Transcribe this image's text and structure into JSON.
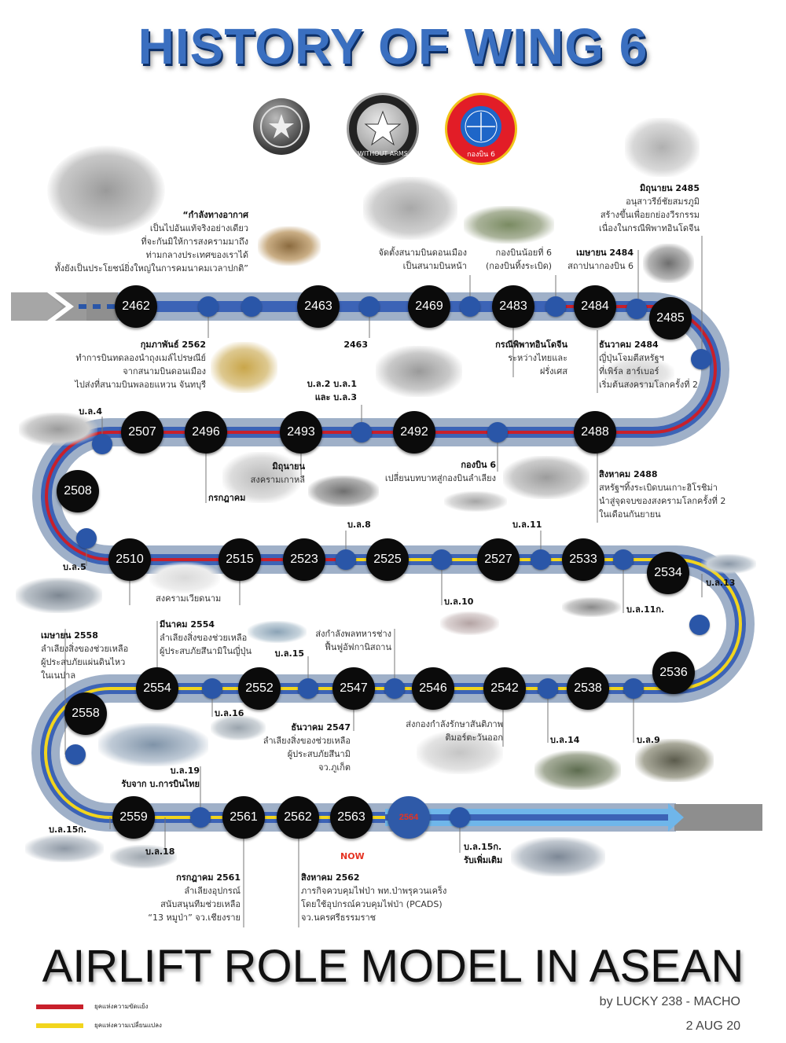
{
  "title": "HISTORY OF WING 6",
  "tagline": "AIRLIFT ROLE MODEL IN ASEAN",
  "byline": "by LUCKY 238 - MACHO",
  "date": "2 AUG 20",
  "emblems": [
    {
      "name": "rtaf-emblem-icon",
      "text": ""
    },
    {
      "name": "wings-without-arms-emblem-icon",
      "text": "WITHOUT ARMS"
    },
    {
      "name": "wing-6-emblem-icon",
      "text": "กองบิน 6"
    }
  ],
  "legend": [
    {
      "color": "#c8202b",
      "label": "ยุคแห่งความขัดแย้ง"
    },
    {
      "color": "#f2d51d",
      "label": "ยุคแห่งความเปลี่ยนแปลง"
    }
  ],
  "colors": {
    "track_outer": "#9fb0c8",
    "track_mid": "#3c63b6",
    "red_line": "#c8202b",
    "yellow_line": "#f2d51d",
    "node": "#0b0b0b",
    "dot": "#2a56a8"
  },
  "years": [
    "2462",
    "2463",
    "2469",
    "2483",
    "2484",
    "2485",
    "2488",
    "2492",
    "2493",
    "2496",
    "2507",
    "2508",
    "2510",
    "2515",
    "2523",
    "2525",
    "2527",
    "2533",
    "2534",
    "2536",
    "2538",
    "2542",
    "2546",
    "2547",
    "2552",
    "2554",
    "2558",
    "2559",
    "2561",
    "2562",
    "2563",
    "2564"
  ],
  "now_label": "NOW",
  "annotations": {
    "a1": [
      "“กำลังทางอากาศ",
      "เป็นไปอันแท้จริงอย่างเดียว",
      "ที่จะกันมิให้การสงครามมาถึง",
      "ท่ามกลางประเทศของเราได้",
      "ทั้งยังเป็นประโยชน์ยิ่งใหญ่ในการคมนาคมเวลาปกติ”"
    ],
    "a2": [
      "จัดตั้งสนามบินดอนเมือง",
      "เป็นสนามบินหน้า"
    ],
    "a3": [
      "กองบินน้อยที่ 6",
      "(กองบินทิ้งระเบิด)"
    ],
    "a4": [
      "เมษายน 2484",
      "สถาปนากองบิน 6"
    ],
    "a5": [
      "มิถุนายน 2485",
      "อนุสาวรีย์ชัยสมรภูมิ",
      "สร้างขึ้นเพื่อยกย่องวีรกรรม",
      "เนื่องในกรณีพิพาทอินโดจีน"
    ],
    "a6": [
      "กุมภาพันธ์ 2562",
      "ทำการบินทดลองนำถุงเมล์ไปรษณีย์",
      "จากสนามบินดอนเมือง",
      "ไปส่งที่สนามบินพลอยแหวน จันทบุรี"
    ],
    "a7": [
      "2463"
    ],
    "a8": [
      "กรณีพิพาทอินโดจีน",
      "ระหว่างไทยและ",
      "ฝรั่งเศส"
    ],
    "a9": [
      "ธันวาคม 2484",
      "ญี่ปุ่นโจมตีสหรัฐฯ",
      "ที่เพิร์ล ฮาร์เบอร์",
      "เริ่มต้นสงครามโลกครั้งที่ 2"
    ],
    "a10": [
      "บ.ล.2 บ.ล.1",
      "และ บ.ล.3"
    ],
    "a11": [
      "บ.ล.4"
    ],
    "a12": [
      "มิถุนายน",
      "สงครามเกาหลี"
    ],
    "a13": [
      "กรกฎาคม"
    ],
    "a14": [
      "กองบิน 6",
      "เปลี่ยนบทบาทสู่กองบินลำเลียง"
    ],
    "a15": [
      "สิงหาคม 2488",
      "สหรัฐฯทิ้งระเบิดบนเกาะฮิโรชิม่า",
      "นำสู่จุดจบของสงครามโลกครั้งที่ 2",
      "ในเดือนกันยายน"
    ],
    "a16": [
      "บ.ล.8"
    ],
    "a17": [
      "บ.ล.11"
    ],
    "a18": [
      "บ.ล.5"
    ],
    "a19": [
      "สงครามเวียดนาม"
    ],
    "a20": [
      "บ.ล.10"
    ],
    "a21": [
      "บ.ล.13"
    ],
    "a22": [
      "บ.ล.11ก."
    ],
    "a23": [
      "เมษายน 2558",
      "ลำเลียงสิ่งของช่วยเหลือ",
      "ผู้ประสบภัยแผ่นดินไหว",
      "ในเนปาล"
    ],
    "a24": [
      "มีนาคม 2554",
      "ลำเลียงสิ่งของช่วยเหลือ",
      "ผู้ประสบภัยสึนามิในญี่ปุ่น"
    ],
    "a25": [
      "ส่งกำลังพลทหารช่าง",
      "ฟื้นฟูอัฟกานิสถาน"
    ],
    "a26": [
      "บ.ล.15"
    ],
    "a27": [
      "บ.ล.16"
    ],
    "a28": [
      "ธันวาคม 2547",
      "ลำเลียงสิ่งของช่วยเหลือ",
      "ผู้ประสบภัยสึนามิ",
      "จว.ภูเก็ต"
    ],
    "a29": [
      "ส่งกองกำลังรักษาสันติภาพ",
      "ติมอร์ตะวันออก"
    ],
    "a30": [
      "บ.ล.14"
    ],
    "a31": [
      "บ.ล.9"
    ],
    "a32": [
      "บ.ล.19",
      "รับจาก บ.การบินไทย"
    ],
    "a33": [
      "บ.ล.15ก."
    ],
    "a34": [
      "บ.ล.18"
    ],
    "a35": [
      "บ.ล.15ก.",
      "รับเพิ่มเติม"
    ],
    "a36": [
      "กรกฎาคม 2561",
      "ลำเลียงอุปกรณ์",
      "สนับสนุนทีมช่วยเหลือ",
      "“13 หมูป่า” จว.เชียงราย"
    ],
    "a37": [
      "สิงหาคม 2562",
      "ภารกิจควบคุมไฟป่า พท.ป่าพรุควนเคร็ง",
      "โดยใช้อุปกรณ์ควบคุมไฟป่า (PCADS)",
      "จว.นครศรีธรรมราช"
    ]
  }
}
